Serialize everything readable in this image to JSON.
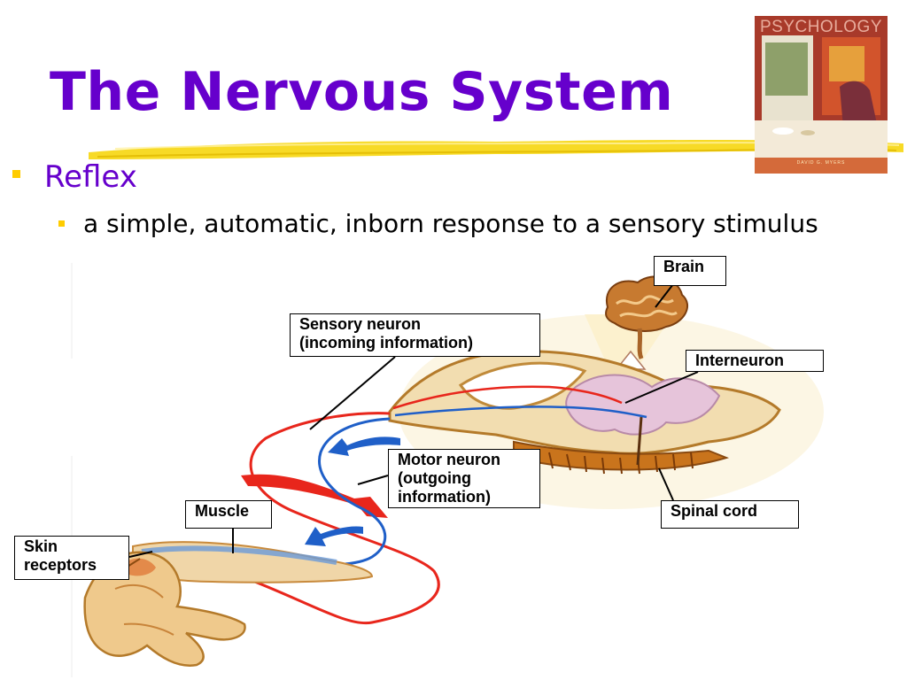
{
  "slide": {
    "title": "The Nervous System",
    "bullets": [
      {
        "text": "Reflex",
        "sub": [
          "a simple, automatic, inborn response to a sensory stimulus"
        ]
      }
    ]
  },
  "book_cover": {
    "title": "PSYCHOLOGY",
    "author": "DAVID G. MYERS"
  },
  "diagram": {
    "labels": {
      "brain": [
        "Brain"
      ],
      "interneuron": [
        "Interneuron"
      ],
      "sensory_neuron": [
        "Sensory neuron",
        "(incoming information)"
      ],
      "motor_neuron": [
        "Motor neuron",
        "(outgoing",
        "information)"
      ],
      "muscle": [
        "Muscle"
      ],
      "spinal_cord": [
        "Spinal cord"
      ],
      "skin_receptors": [
        "Skin",
        "receptors"
      ]
    }
  },
  "colors": {
    "title": "#6600cc",
    "bullet": "#ffcc00",
    "level1_text": "#6600cc",
    "sensory_neuron": "#e8261c",
    "motor_neuron": "#1f5fc8",
    "gray_matter": "#e6c4da",
    "cord_tan": "#f2ddb0",
    "cord_orange": "#c9741c",
    "brain": "#c77a30"
  },
  "icons": {
    "bullet": "square-bullet-icon"
  }
}
